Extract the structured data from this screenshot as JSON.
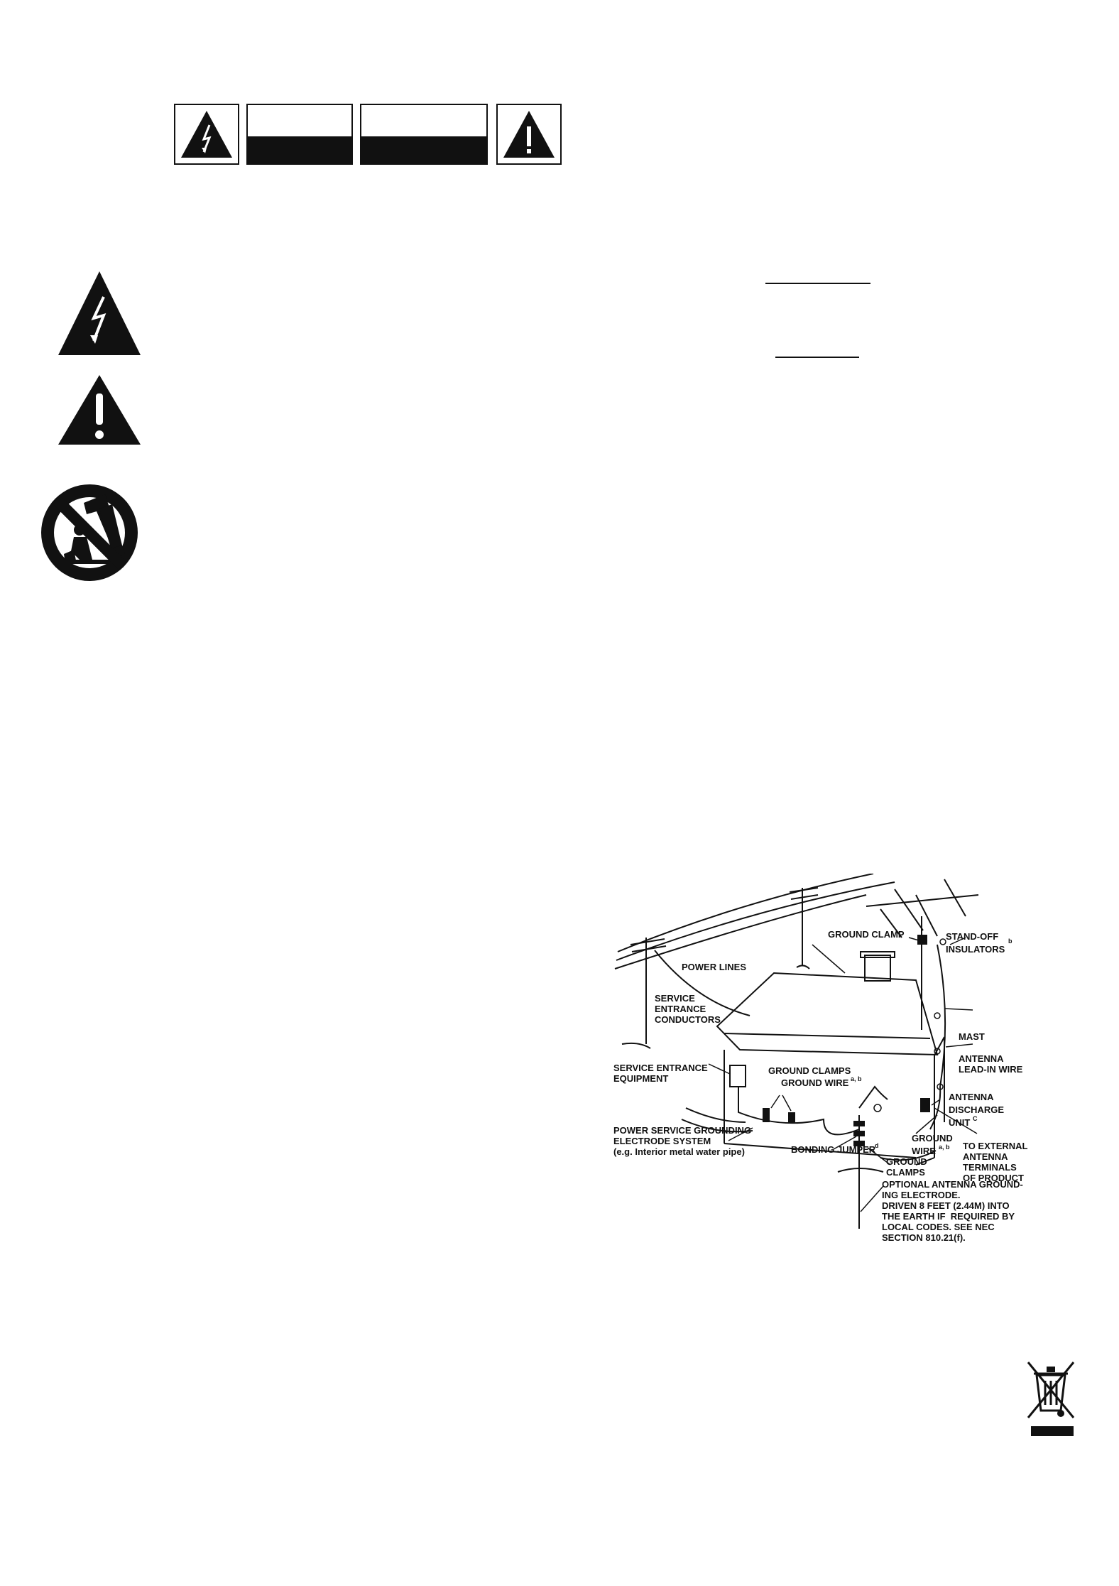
{
  "diagram": {
    "labels": {
      "ground_clamp_top": "GROUND CLAMP",
      "power_lines": "POWER LINES",
      "stand_off": "STAND-OFF\nINSULATORS",
      "stand_off_sup": "b",
      "service_conductors": "SERVICE\nENTRANCE\nCONDUCTORS",
      "mast": "MAST",
      "antenna_lead": "ANTENNA\nLEAD-IN WIRE",
      "service_equipment": "SERVICE ENTRANCE\nEQUIPMENT",
      "ground_clamps_mid": "GROUND CLAMPS",
      "ground_wire_mid": "GROUND WIRE",
      "ground_wire_mid_sup": "a, b",
      "discharge": "ANTENNA\nDISCHARGE\nUNIT",
      "discharge_sup": "C",
      "power_grounding": "POWER SERVICE GROUNDING\nELECTRODE SYSTEM\n(e.g. Interior metal water pipe)",
      "bonding_jumper": "BONDING JUMPER",
      "bonding_jumper_sup": "d",
      "ground_wire_right": "GROUND\nWIRE",
      "ground_wire_right_sup": "a, b",
      "external_terminals": "TO EXTERNAL\nANTENNA\nTERMINALS\nOF PRODUCT",
      "ground_clamps_low": "GROUND\nCLAMPS",
      "optional_electrode": "OPTIONAL ANTENNA GROUND-\nING ELECTRODE.\nDRIVEN 8 FEET (2.44M) INTO\nTHE EARTH IF  REQUIRED BY\nLOCAL CODES. SEE NEC\nSECTION 810.21(f)."
    }
  }
}
